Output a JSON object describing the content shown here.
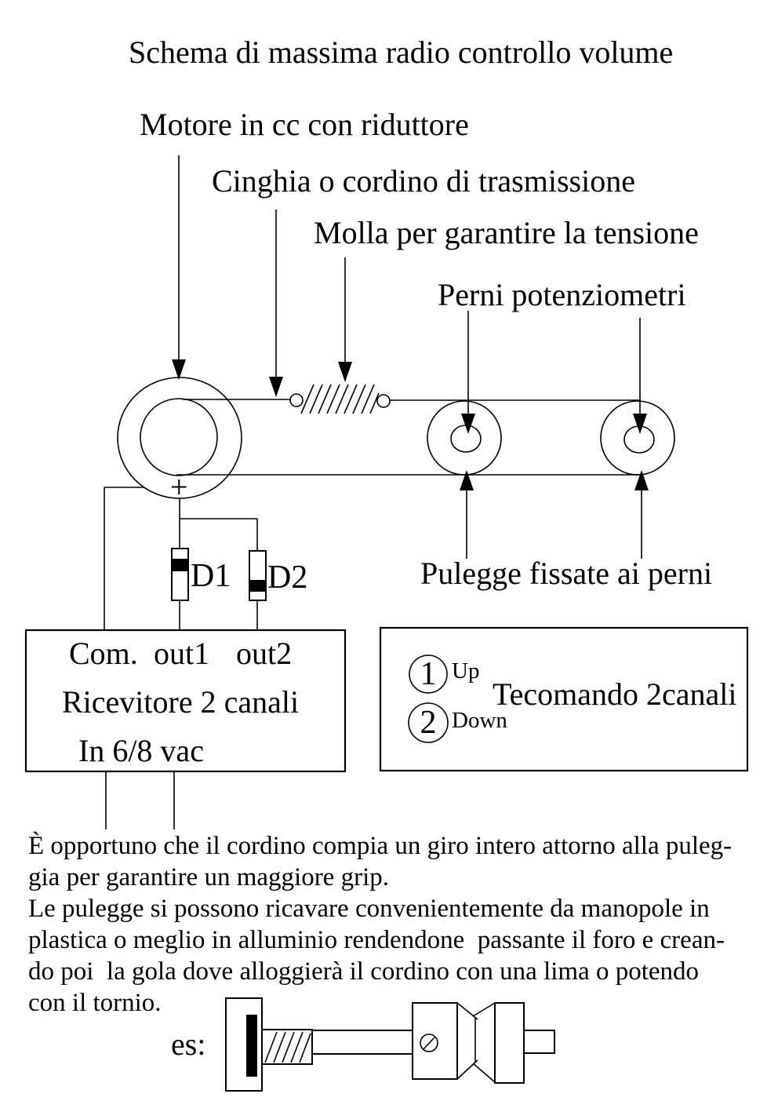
{
  "title": "Schema di massima radio controllo volume",
  "labels": {
    "motore": "Motore in cc con riduttore",
    "cinghia": "Cinghia o cordino di trasmissione",
    "molla": "Molla per garantire la tensione",
    "perni": "Perni potenziometri",
    "pulegge": "Pulegge fissate ai perni",
    "plus": "+",
    "d1": "D1",
    "d2": "D2",
    "es": "es:"
  },
  "receiver": {
    "com": "Com.",
    "out1": "out1",
    "out2": "out2",
    "name": "Ricevitore 2 canali",
    "input": "In 6/8 vac"
  },
  "remote": {
    "button1": "1",
    "button1_label": "Up",
    "button2": "2",
    "button2_label": "Down",
    "title": "Tecomando 2canali"
  },
  "notes": {
    "line1": "È opportuno che il cordino compia un giro intero attorno alla puleg-",
    "line2": "gia per garantire un maggiore grip.",
    "line3": "Le pulegge si possono ricavare convenientemente da manopole in",
    "line4": "plastica o meglio in alluminio rendendone  passante il foro e crean-",
    "line5": "do poi  la gola dove alloggierà il cordino con una lima o potendo",
    "line6": "con il tornio."
  },
  "colors": {
    "ink": "#000000",
    "paper": "#ffffff"
  }
}
